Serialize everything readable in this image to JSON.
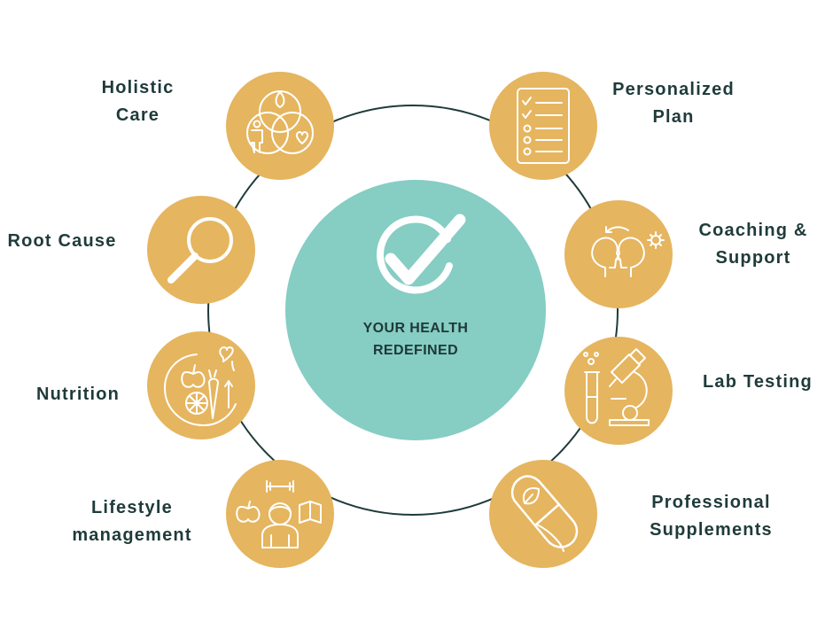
{
  "colors": {
    "node_fill": "#e5b55f",
    "center_fill": "#86cdc4",
    "ring_stroke": "#1f3b3a",
    "icon_stroke": "#ffffff",
    "label_text": "#1f3b3a"
  },
  "center": {
    "icon": "checkmark-circle-icon",
    "line1": "YOUR HEALTH",
    "line2": "REDEFINED"
  },
  "nodes": [
    {
      "id": "holistic-care",
      "icon": "venn-body-heart-icon",
      "lines": [
        "Holistic",
        "Care"
      ]
    },
    {
      "id": "personalized-plan",
      "icon": "checklist-icon",
      "lines": [
        "Personalized",
        "Plan"
      ]
    },
    {
      "id": "root-cause",
      "icon": "magnifying-glass-icon",
      "lines": [
        "Root Cause"
      ]
    },
    {
      "id": "coaching-support",
      "icon": "two-heads-icon",
      "lines": [
        "Coaching &",
        "Support"
      ]
    },
    {
      "id": "nutrition",
      "icon": "fruit-vegetables-icon",
      "lines": [
        "Nutrition"
      ]
    },
    {
      "id": "lab-testing",
      "icon": "microscope-test-tube-icon",
      "lines": [
        "Lab Testing"
      ]
    },
    {
      "id": "lifestyle-management",
      "icon": "person-dumbbell-book-icon",
      "lines": [
        "Lifestyle",
        "management"
      ]
    },
    {
      "id": "professional-supplements",
      "icon": "capsule-leaf-icon",
      "lines": [
        "Professional",
        "Supplements"
      ]
    }
  ]
}
